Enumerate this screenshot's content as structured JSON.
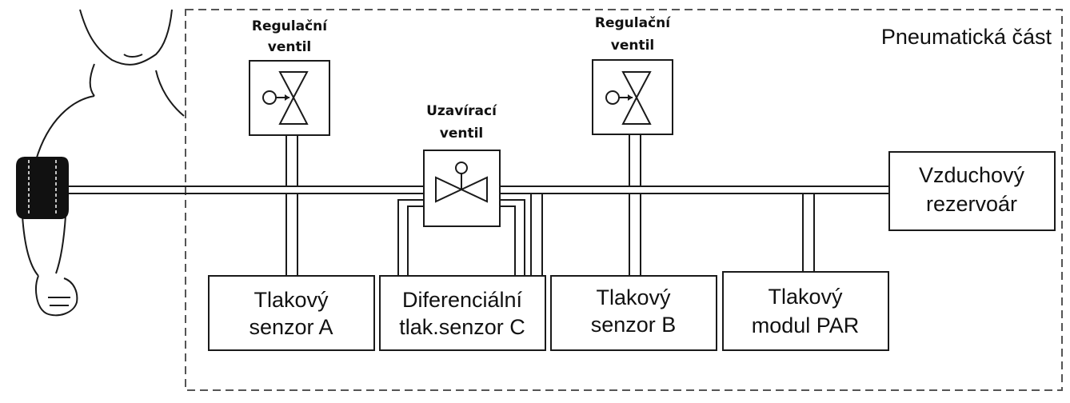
{
  "section_title": "Pneumatická část",
  "valves": {
    "regulation_left": [
      "Regulační",
      "ventil"
    ],
    "shutoff": [
      "Uzavírací",
      "ventil"
    ],
    "regulation_right": [
      "Regulační",
      "ventil"
    ]
  },
  "components": {
    "sensor_a": [
      "Tlakový",
      "senzor A"
    ],
    "diff_sensor_c": [
      "Diferenciální",
      "tlak.senzor C"
    ],
    "sensor_b": [
      "Tlakový",
      "senzor B"
    ],
    "par_module": [
      "Tlakový",
      "modul PAR"
    ],
    "air_reservoir": [
      "Vzduchový",
      "rezervoár"
    ]
  },
  "colors": {
    "stroke": "#1a1a1a",
    "cuff": "#111111",
    "background": "#ffffff"
  }
}
